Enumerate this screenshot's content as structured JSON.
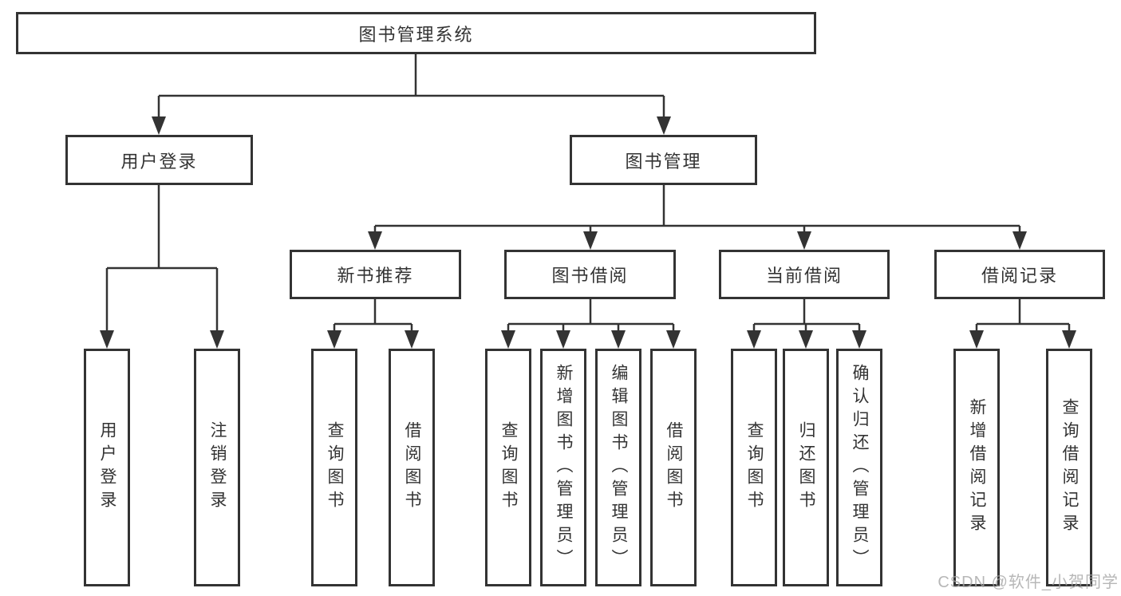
{
  "tree": {
    "root": {
      "label": "图书管理系统"
    },
    "level1": [
      {
        "label": "用户登录"
      },
      {
        "label": "图书管理"
      }
    ],
    "level2": [
      {
        "label": "新书推荐"
      },
      {
        "label": "图书借阅"
      },
      {
        "label": "当前借阅"
      },
      {
        "label": "借阅记录"
      }
    ],
    "leafGroups": [
      {
        "items": [
          "用户登录",
          "注销登录"
        ]
      },
      {
        "items": [
          "查询图书",
          "借阅图书"
        ]
      },
      {
        "items": [
          "查询图书",
          "新增图书（管理员）",
          "编辑图书（管理员）",
          "借阅图书"
        ]
      },
      {
        "items": [
          "查询图书",
          "归还图书",
          "确认归还（管理员）"
        ]
      },
      {
        "items": [
          "新增借阅记录",
          "查询借阅记录"
        ]
      }
    ]
  },
  "watermark": {
    "text": "CSDN @软件_小贺同学"
  },
  "colors": {
    "line": "#333333",
    "box_border": "#333333",
    "box_fill": "#ffffff",
    "text": "#333333",
    "watermark": "#a5a5a5"
  }
}
